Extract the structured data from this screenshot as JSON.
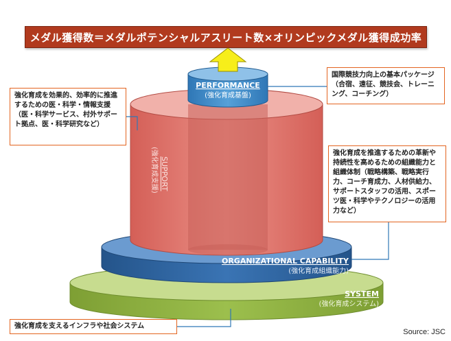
{
  "title": "メダル獲得数＝メダルポテンシャルアスリート数×オリンピックメダル獲得成功率",
  "layers": {
    "performance": {
      "name": "PERFORMANCE",
      "sub": "(強化育成基盤)"
    },
    "support": {
      "name": "SUPPORT",
      "sub": "(強化育成支援)"
    },
    "organizational": {
      "name": "ORGANIZATIONAL CAPABILITY",
      "sub": "(強化育成組織能力)"
    },
    "system": {
      "name": "SYSTEM",
      "sub": "(強化育成システム)"
    }
  },
  "notes": {
    "left": "強化育成を効果的、効率的に推進するための医・科学・情報支援（医・科学サービス、村外サポート拠点、医・科学研究など）",
    "top_right": "国際競技力向上の基本パッケージ（合宿、遠征、競技会、トレーニング、コーチング）",
    "right": "強化育成を推進するための革新や持続性を高めるための組織能力と組織体制（戦略構築、戦略実行力、コーチ育成力、人材供給力、サポートスタッフの活用、スポーツ医・科学やテクノロジーの活用力など）",
    "bottom": "強化育成を支えるインフラや社会システム"
  },
  "source": "Source: JSC",
  "colors": {
    "title_bg": "#b13a1e",
    "performance": "#3d88c6",
    "support": "#e0766c",
    "organizational": "#2f66a4",
    "system": "#8bae3e",
    "arrow": "#f7ee1a",
    "note_border": "#e3631e"
  }
}
